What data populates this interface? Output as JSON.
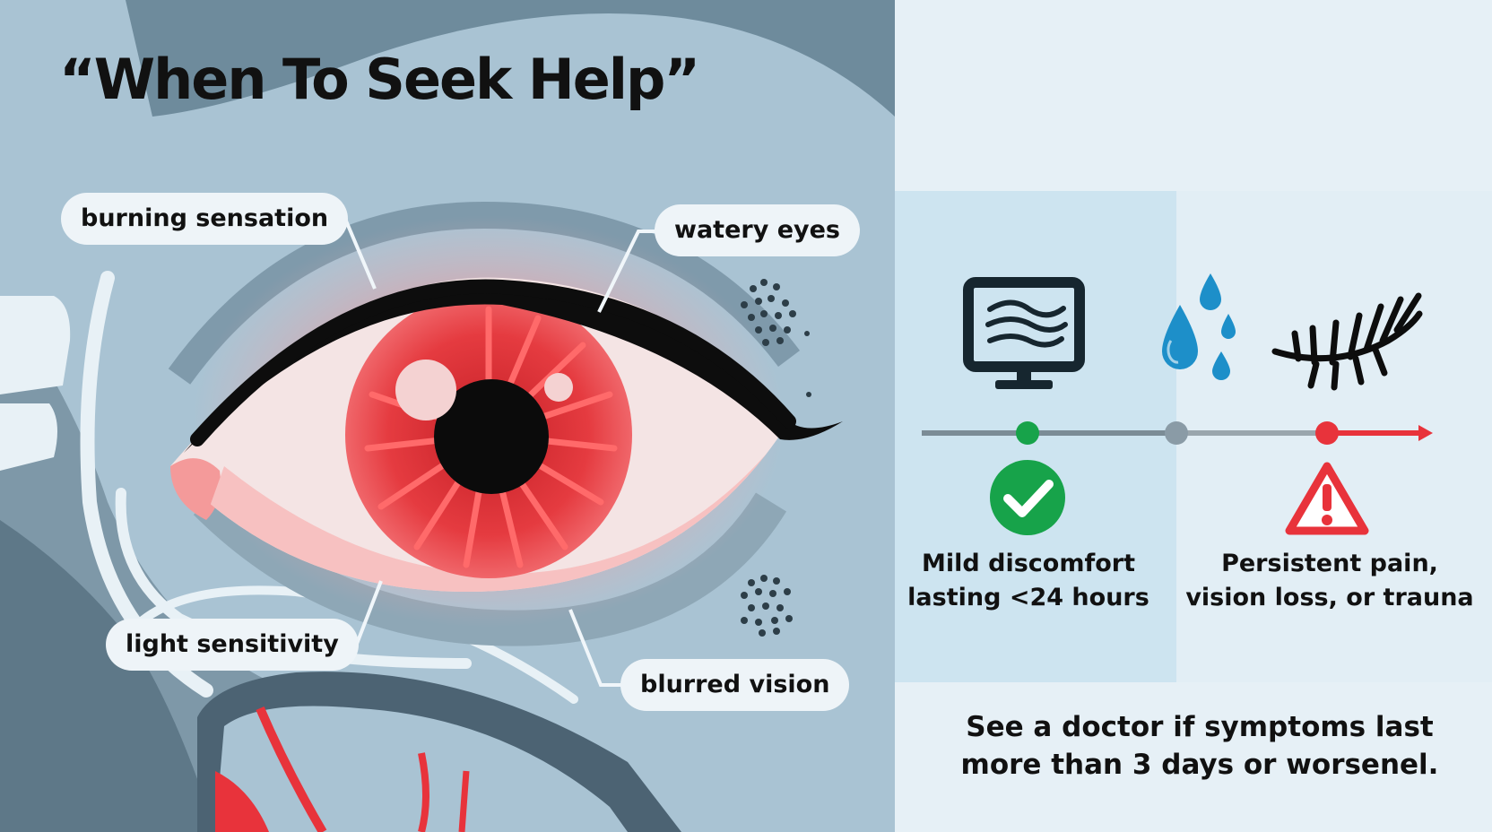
{
  "title": "“When To Seek Help”",
  "symptoms": {
    "burning": "burning sensation",
    "watery": "watery eyes",
    "light": "light sensitivity",
    "blurred": "blurred vision"
  },
  "triggers": [
    {
      "icon": "computer-monitor-icon"
    },
    {
      "icon": "water-drops-icon"
    },
    {
      "icon": "eyelash-icon"
    }
  ],
  "severity": {
    "mild_line1": "Mild discomfort",
    "mild_line2": "lasting <24 hours",
    "severe_line1": "Persistent pain,",
    "severe_line2": "vision loss, or trauna"
  },
  "advice": {
    "line1": "See a doctor if symptoms last",
    "line2": "more than 3 days or worsenel."
  },
  "colors": {
    "accent_red": "#e8333b",
    "ok_green": "#17a34a",
    "neutral_gray": "#8a9ba6",
    "water_blue": "#1d8fc9",
    "background_blue": "#a9c3d3"
  }
}
